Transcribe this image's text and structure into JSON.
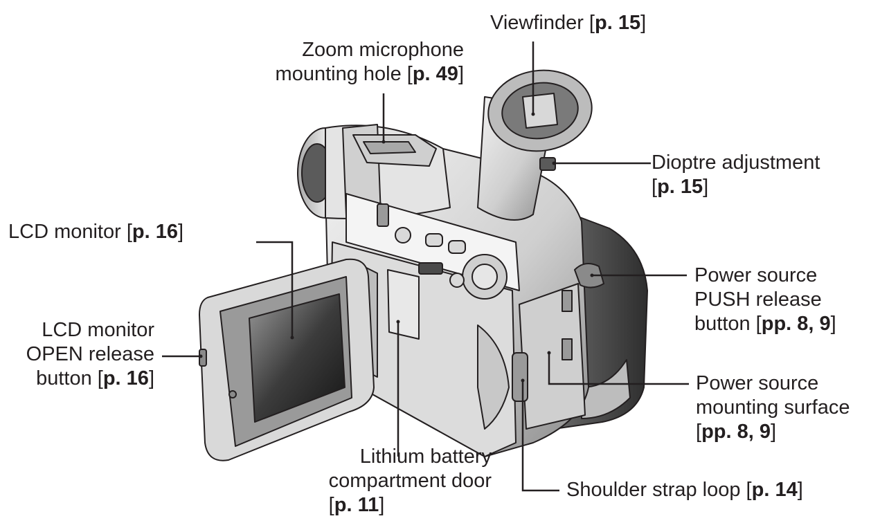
{
  "labels": {
    "viewfinder": {
      "text": "Viewfinder [",
      "ref": "p. 15",
      "close": "]"
    },
    "zoom_mic": {
      "line1": "Zoom microphone",
      "line2": "mounting hole [",
      "ref": "p. 49",
      "close": "]"
    },
    "dioptre": {
      "line1": "Dioptre adjustment",
      "open": "[",
      "ref": "p. 15",
      "close": "]"
    },
    "lcd_monitor": {
      "text": "LCD monitor [",
      "ref": "p. 16",
      "close": "]"
    },
    "lcd_open": {
      "line1": "LCD monitor",
      "line2": "OPEN release",
      "line3": "button [",
      "ref": "p. 16",
      "close": "]"
    },
    "push_release": {
      "line1": "Power source",
      "line2": "PUSH release",
      "line3": "button [",
      "ref": "pp. 8, 9",
      "close": "]"
    },
    "mount_surface": {
      "line1": "Power source",
      "line2": "mounting surface",
      "open": "[",
      "ref": "pp. 8, 9",
      "close": "]"
    },
    "lithium": {
      "line1": "Lithium battery",
      "line2": "compartment door",
      "open": "[",
      "ref": "p. 11",
      "close": "]"
    },
    "strap": {
      "text": "Shoulder strap loop [",
      "ref": "p. 14",
      "close": "]"
    }
  },
  "colors": {
    "ink": "#231f20",
    "body_light": "#e9e9e9",
    "body_mid": "#bdbdbd",
    "body_dark": "#5a5a5a",
    "screen": "#3a3a3a"
  }
}
